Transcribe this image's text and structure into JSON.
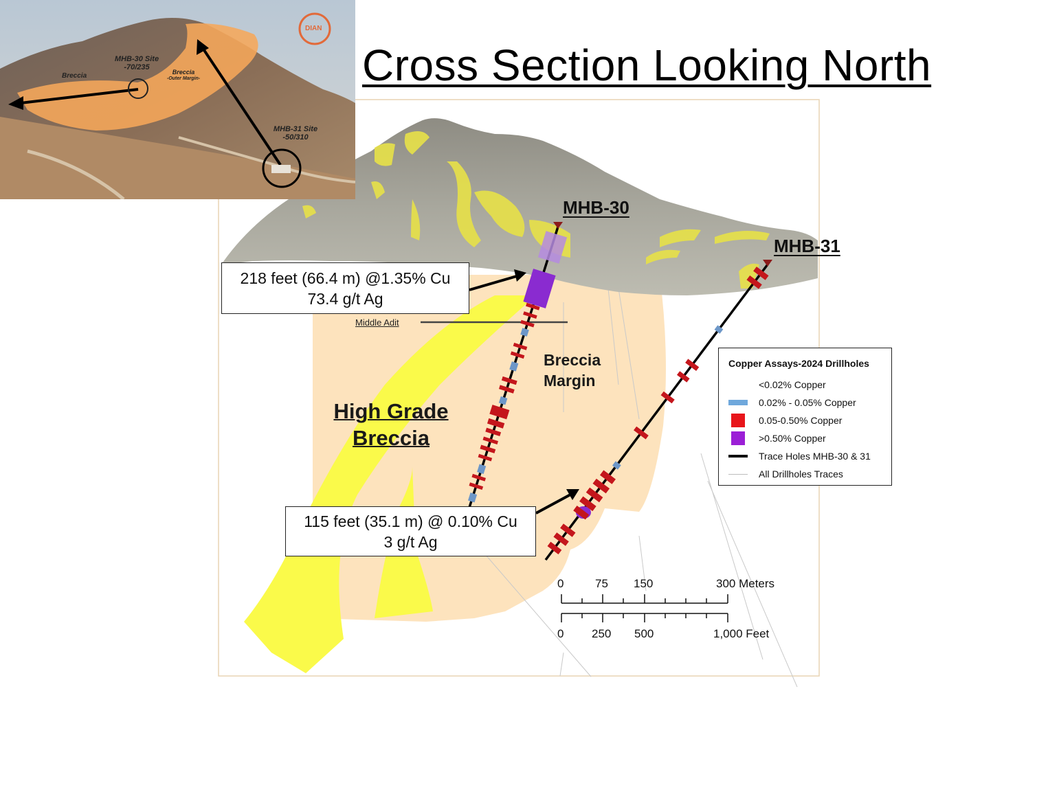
{
  "title": "Cross Section Looking North",
  "inset": {
    "labels": {
      "mhb30_site": "MHB-30 Site",
      "mhb30_angle": "-70/235",
      "breccia": "Breccia",
      "breccia_outer_title": "Breccia",
      "breccia_outer_sub": "-Outer Margin-",
      "mhb31_site": "MHB-31 Site",
      "mhb31_angle": "-50/310"
    },
    "logo_text": "DIAN"
  },
  "section": {
    "holes": [
      {
        "name": "MHB-30"
      },
      {
        "name": "MHB-31"
      }
    ],
    "zones": {
      "high_grade_1": "High Grade",
      "high_grade_2": "Breccia",
      "margin_1": "Breccia",
      "margin_2": "Margin"
    },
    "middle_adit": "Middle Adit",
    "callouts": [
      {
        "line1": "218 feet (66.4 m) @1.35% Cu",
        "line2": "73.4 g/t Ag"
      },
      {
        "line1": "115 feet (35.1 m) @ 0.10% Cu",
        "line2": "3 g/t Ag"
      }
    ]
  },
  "legend": {
    "title": "Copper Assays-2024 Drillholes",
    "items": [
      {
        "label": "<0.02% Copper",
        "symbol": "none"
      },
      {
        "label": "0.02% - 0.05% Copper",
        "symbol": "blue-bar",
        "color": "#6fa8dc"
      },
      {
        "label": "0.05-0.50% Copper",
        "symbol": "red-square",
        "color": "#e8151b"
      },
      {
        "label": ">0.50% Copper",
        "symbol": "purple-square",
        "color": "#9b1fd6"
      },
      {
        "label": "Trace Holes MHB-30 & 31",
        "symbol": "black-line",
        "color": "#000000"
      },
      {
        "label": "All Drillholes Traces",
        "symbol": "grey-line",
        "color": "#bdbdbd"
      }
    ]
  },
  "scale": {
    "meters": [
      "0",
      "75",
      "150",
      "300 Meters"
    ],
    "feet": [
      "0",
      "250",
      "500",
      "1,000 Feet"
    ]
  },
  "colors": {
    "breccia_zone": "#fde3bd",
    "high_grade": "#fafa4a",
    "assay_red": "#c4161c",
    "assay_purple": "#8a2bd0",
    "assay_blue": "#6d97c8",
    "inset_overlay": "#f6a75a"
  }
}
